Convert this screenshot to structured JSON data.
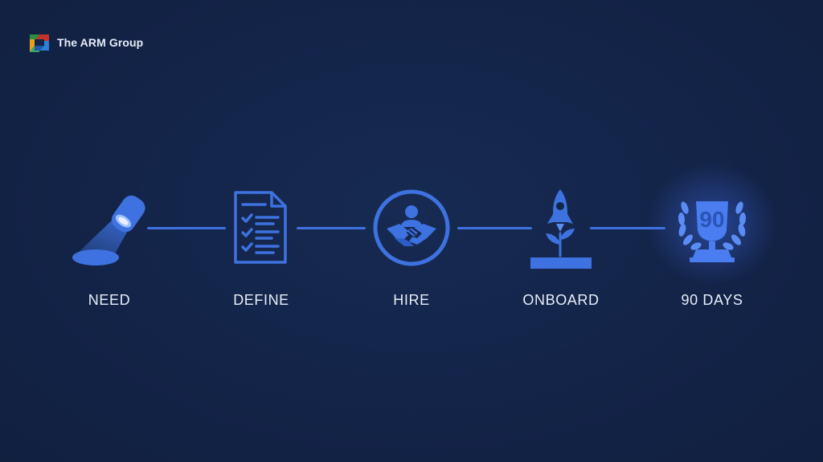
{
  "brand": {
    "name": "The ARM Group",
    "logo_icon": "arm-group-logo-icon"
  },
  "colors": {
    "background": "#14254a",
    "accent": "#3d72e0",
    "accent_light": "#5b8cf5",
    "label": "#e9eef8"
  },
  "steps": [
    {
      "label": "NEED",
      "icon": "spotlight-icon"
    },
    {
      "label": "DEFINE",
      "icon": "checklist-document-icon"
    },
    {
      "label": "HIRE",
      "icon": "handshake-icon"
    },
    {
      "label": "ONBOARD",
      "icon": "rocket-sprout-icon"
    },
    {
      "label": "90 DAYS",
      "icon": "laurel-trophy-icon",
      "badge": "90"
    }
  ]
}
